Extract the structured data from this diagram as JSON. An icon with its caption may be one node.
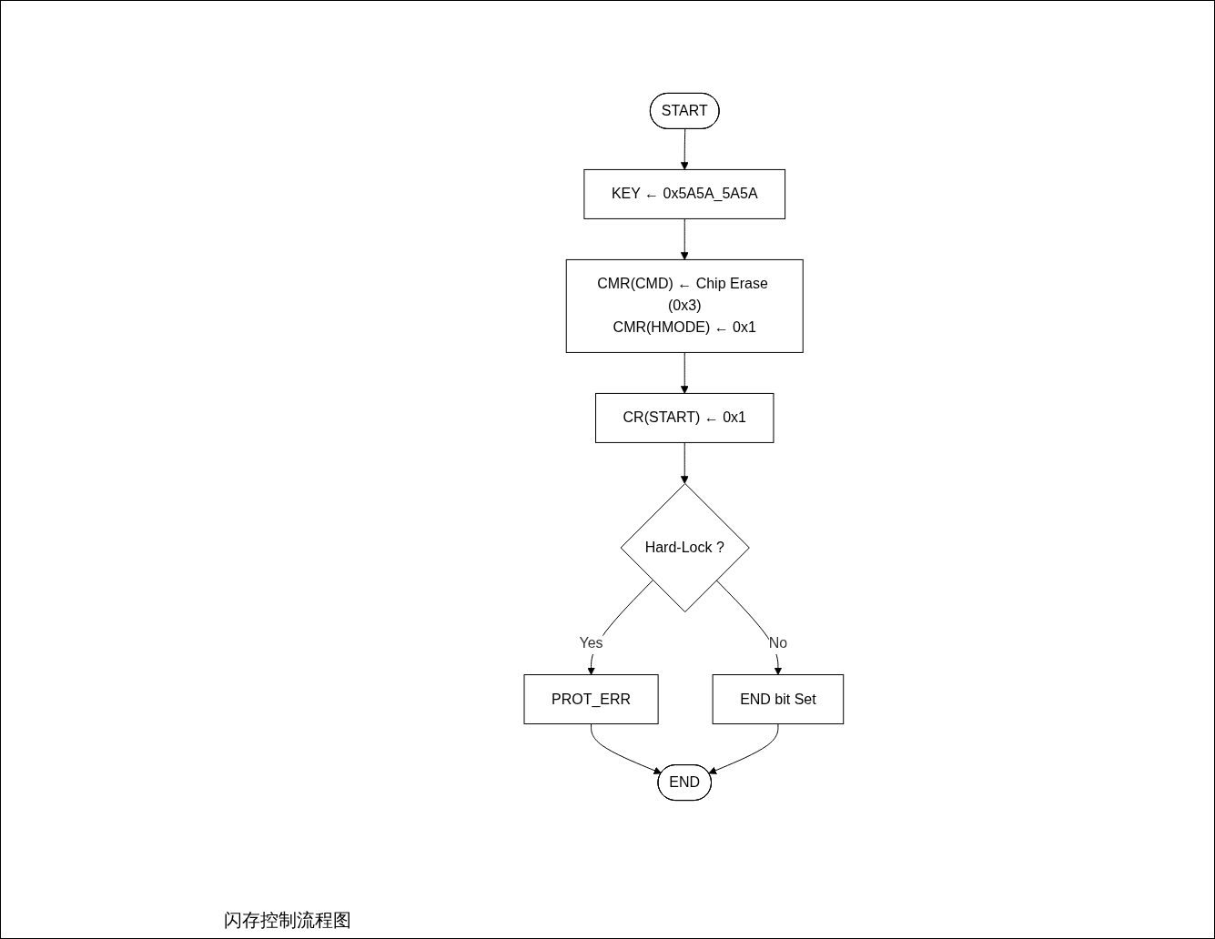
{
  "diagram": {
    "caption": "闪存控制流程图",
    "nodes": [
      {
        "text": [
          "START"
        ]
      },
      {
        "text": [
          "KEY ← 0x5A5A_5A5A"
        ]
      },
      {
        "text": [
          "CMR(CMD) ← Chip Erase (0x3)",
          "CMR(HMODE) ← 0x1"
        ]
      },
      {
        "text": [
          "CR(START) ← 0x1"
        ]
      },
      {
        "text": [
          "Hard-Lock ?"
        ]
      },
      {
        "text": [
          "PROT_ERR"
        ]
      },
      {
        "text": [
          "END bit Set"
        ]
      },
      {
        "text": [
          "END"
        ]
      }
    ],
    "edges": [
      {
        "from": 0,
        "to": 1,
        "arrow": "to"
      },
      {
        "from": 1,
        "to": 2,
        "arrow": "to"
      },
      {
        "from": 2,
        "to": 3,
        "arrow": "to"
      },
      {
        "from": 3,
        "to": 4,
        "arrow": "to"
      },
      {
        "from": 4,
        "to": 5,
        "arrow": "to",
        "label": "Yes"
      },
      {
        "from": 4,
        "to": 6,
        "arrow": "to",
        "label": "No"
      },
      {
        "from": 5,
        "to": 7,
        "arrow": "to"
      },
      {
        "from": 6,
        "to": 7,
        "arrow": "to"
      }
    ]
  }
}
